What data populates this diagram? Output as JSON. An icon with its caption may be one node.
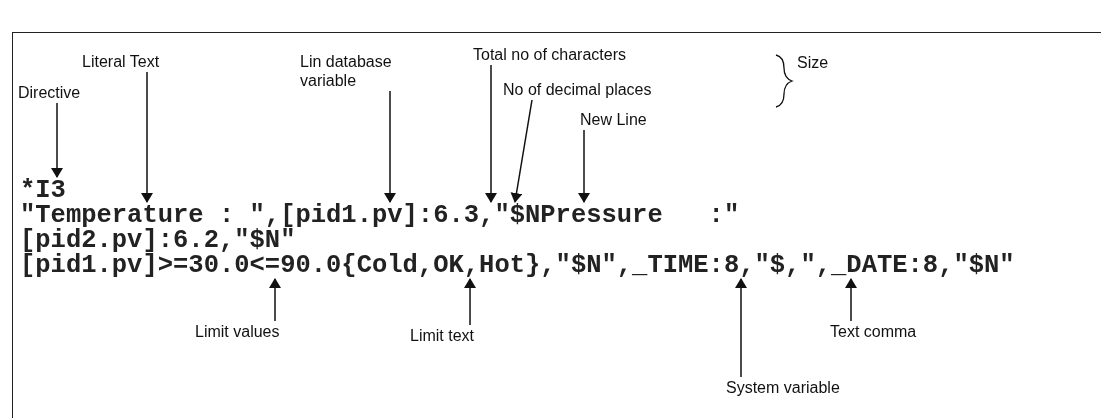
{
  "diagram": {
    "nodes": [
      {
        "text": [
          "Directive"
        ]
      },
      {
        "text": [
          "Literal Text"
        ]
      },
      {
        "text": [
          "Lin database variable"
        ]
      },
      {
        "text": [
          "Total no of characters"
        ]
      },
      {
        "text": [
          "No of decimal places"
        ]
      },
      {
        "text": [
          "New Line"
        ]
      },
      {
        "text": [
          "Limit values"
        ]
      },
      {
        "text": [
          "Limit text"
        ]
      },
      {
        "text": [
          "System variable"
        ]
      },
      {
        "text": [
          "Text comma"
        ]
      },
      {
        "text": [
          "*I3"
        ]
      },
      {
        "text": [
          "\"Temperature : \",[pid1.pv]:6.3,\"$NPressure   :\""
        ]
      },
      {
        "text": [
          "[pid2.pv]:6.2,\"$N\""
        ]
      },
      {
        "text": [
          "[pid1.pv]>=30.0<=90.0{Cold,OK,Hot},\"$N\",_TIME:8,\"$,\",_DATE:8,\"$N\""
        ]
      }
    ],
    "edges": [
      {
        "from": 0,
        "to": 10,
        "arrow": "to"
      },
      {
        "from": 1,
        "to": 11,
        "arrow": "to"
      },
      {
        "from": 2,
        "to": 11,
        "arrow": "to"
      },
      {
        "from": 3,
        "to": 11,
        "arrow": "to"
      },
      {
        "from": 4,
        "to": 11,
        "arrow": "to"
      },
      {
        "from": 5,
        "to": 11,
        "arrow": "to"
      },
      {
        "from": 6,
        "to": 13,
        "arrow": "to"
      },
      {
        "from": 7,
        "to": 13,
        "arrow": "to"
      },
      {
        "from": 8,
        "to": 13,
        "arrow": "to"
      },
      {
        "from": 9,
        "to": 13,
        "arrow": "to"
      }
    ],
    "labels": [
      "Size"
    ]
  }
}
